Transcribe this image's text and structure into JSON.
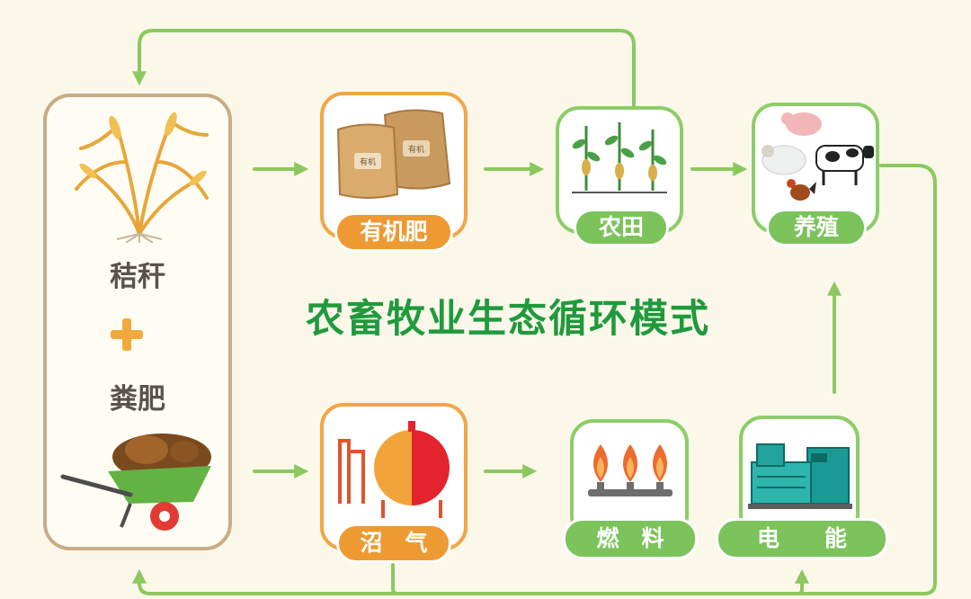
{
  "title": "农畜牧业生态循环模式",
  "left_panel": {
    "top_label": "秸秆",
    "plus": "+",
    "bottom_label": "粪肥"
  },
  "nodes": {
    "organic_fertilizer": "有机肥",
    "farmland": "农田",
    "breeding": "养殖",
    "biogas": "沼　气",
    "fuel": "燃　料",
    "electricity": "电　　能"
  },
  "bag_labels": [
    "有机",
    "有机"
  ],
  "colors": {
    "arrow_green": "#8cc85e",
    "orange": "#ed9a33",
    "green": "#7bc35a",
    "title_green": "#1f9a3c",
    "brown_border": "#c9ab86"
  }
}
